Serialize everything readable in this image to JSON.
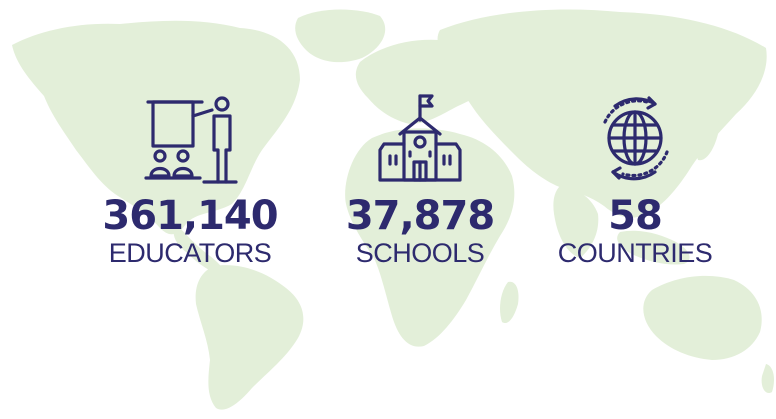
{
  "colors": {
    "accent": "#2d2a6e",
    "map": "#e3efd9",
    "background": "#ffffff"
  },
  "stats": [
    {
      "icon": "teacher-presentation-icon",
      "value": "361,140",
      "label": "EDUCATORS"
    },
    {
      "icon": "school-building-icon",
      "value": "37,878",
      "label": "SCHOOLS"
    },
    {
      "icon": "globe-icon",
      "value": "58",
      "label": "COUNTRIES"
    }
  ]
}
